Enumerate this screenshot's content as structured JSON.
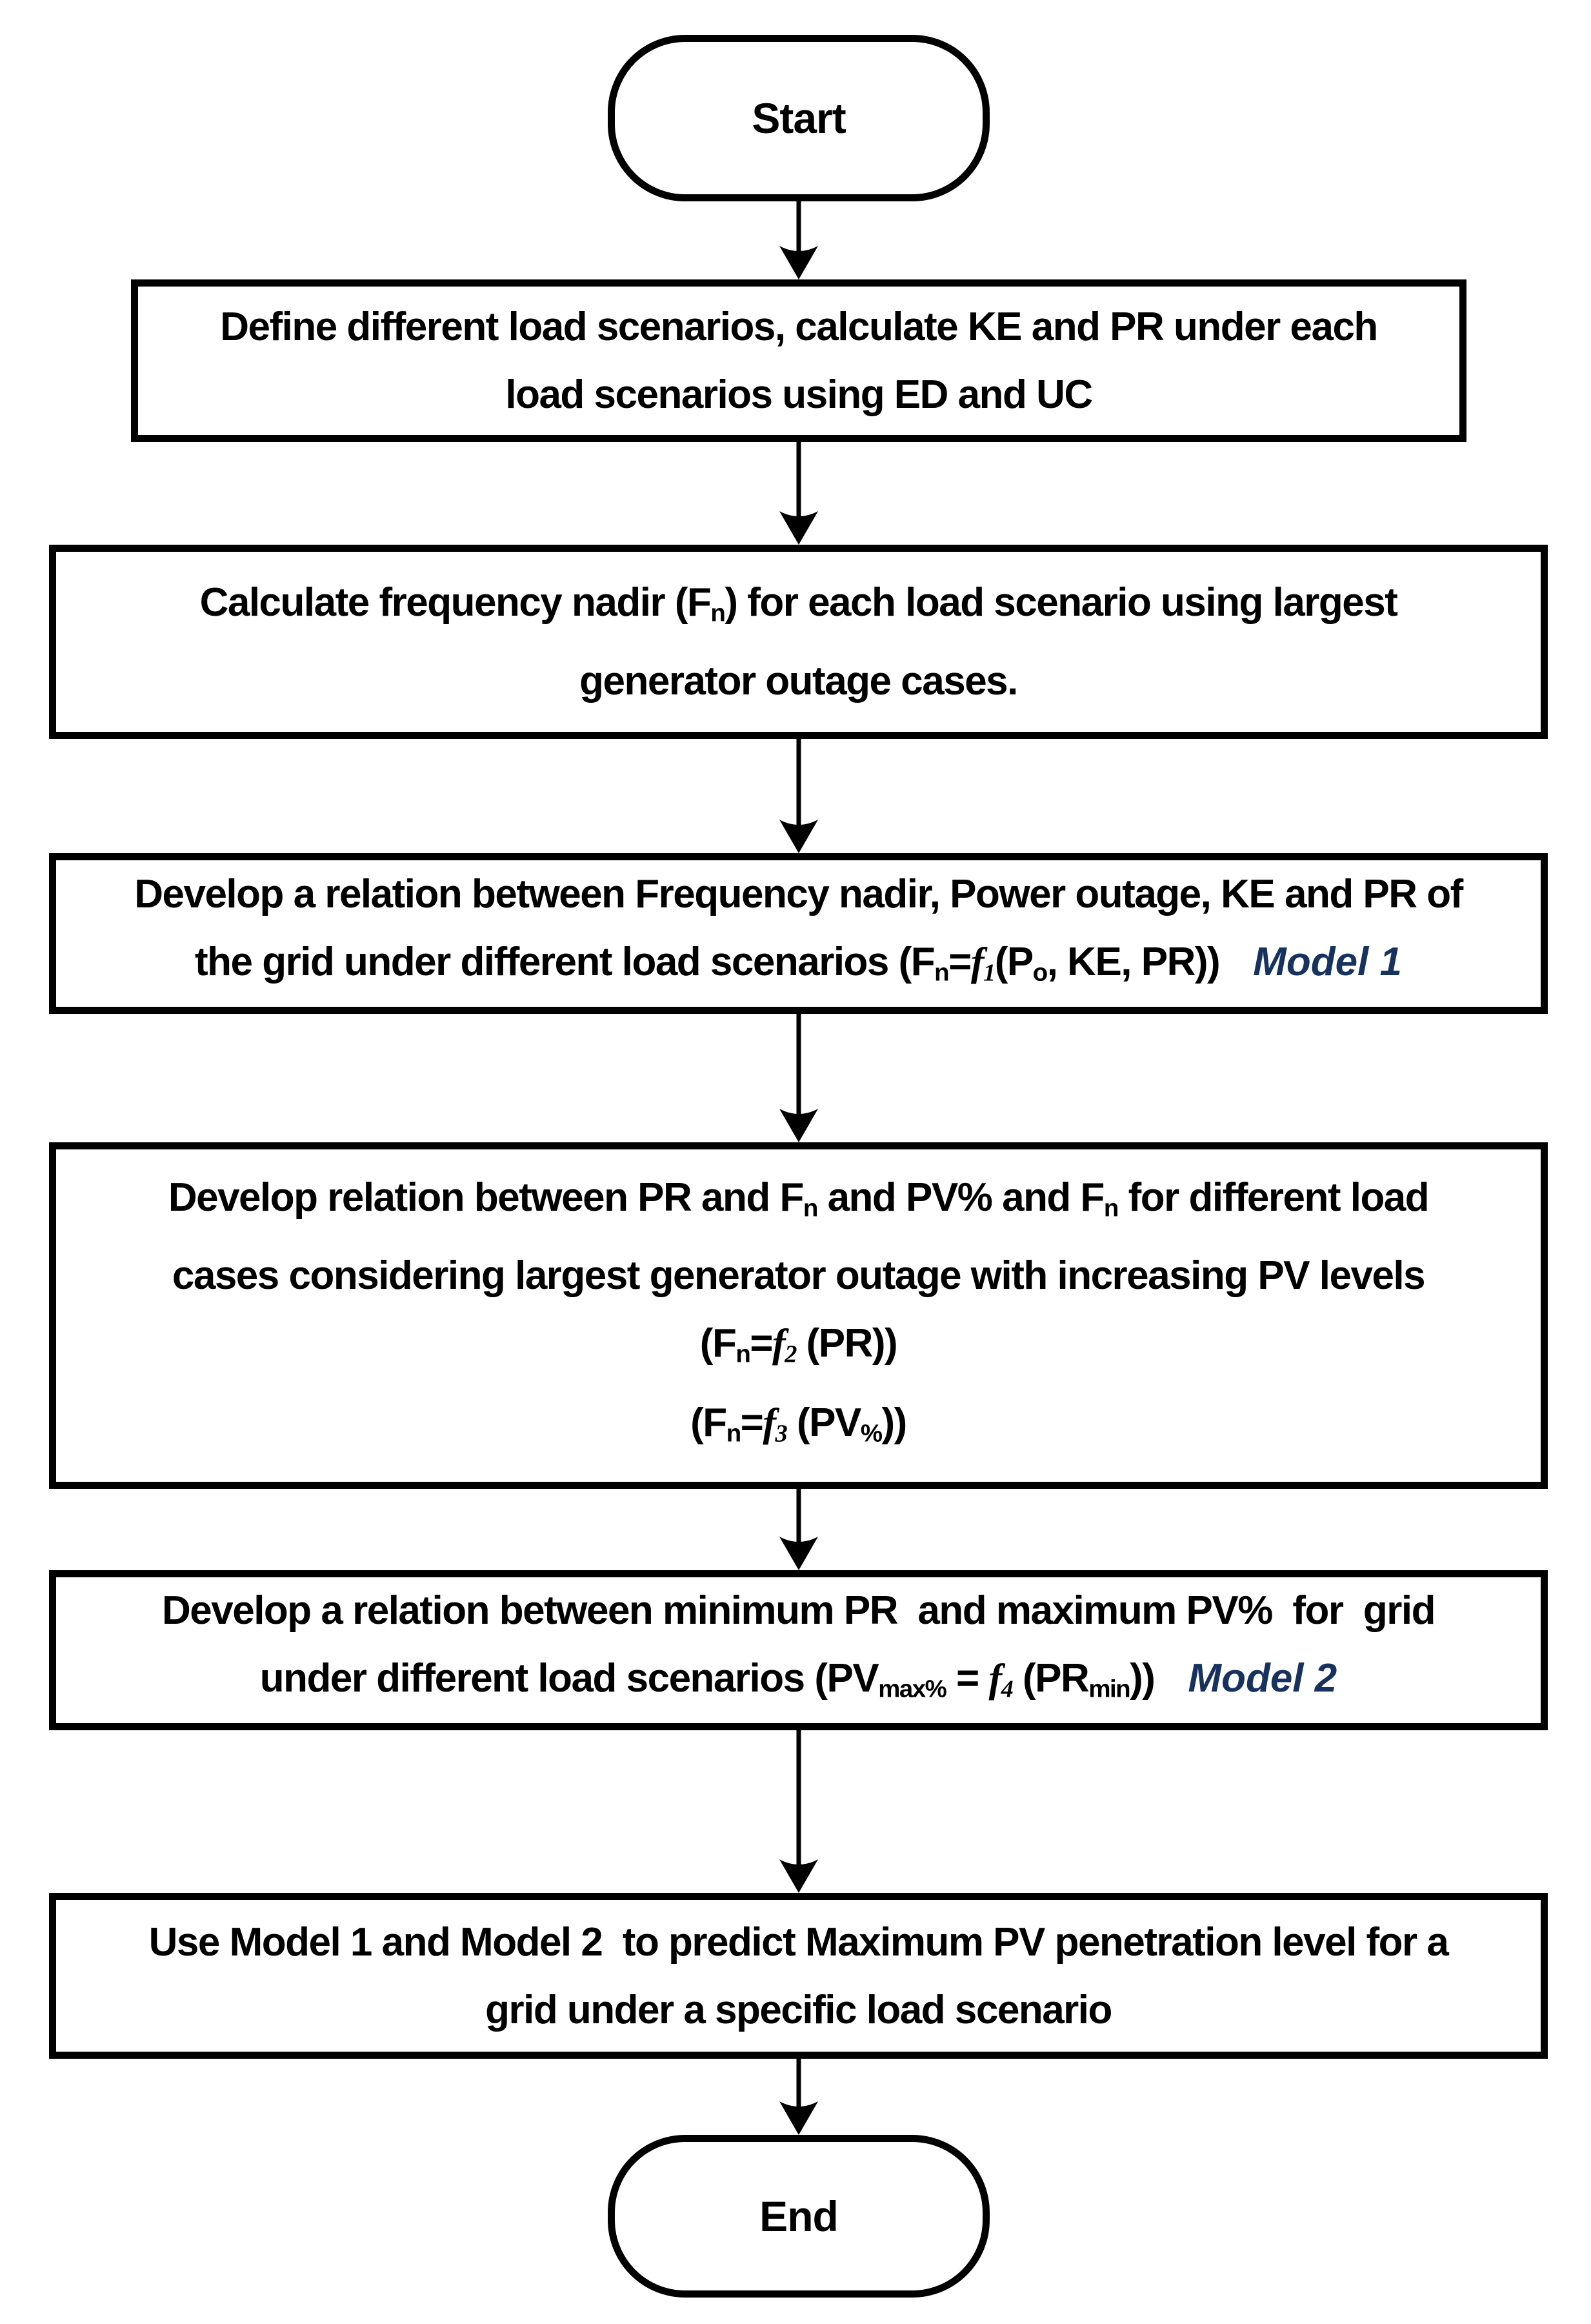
{
  "colors": {
    "ink": "#000000",
    "model_label": "#17325f",
    "background": "#ffffff"
  },
  "flowchart": {
    "start": {
      "label": "Start"
    },
    "step1": {
      "lines": [
        [
          {
            "t": "Define different load scenarios, calculate KE and PR under each"
          }
        ],
        [
          {
            "t": "load scenarios using ED and UC"
          }
        ]
      ]
    },
    "step2": {
      "lines": [
        [
          {
            "t": "Calculate frequency nadir (F"
          },
          {
            "t": "n",
            "s": "sub"
          },
          {
            "t": ") for each load scenario using largest"
          }
        ],
        [
          {
            "t": "generator outage cases."
          }
        ]
      ]
    },
    "step3": {
      "lines": [
        [
          {
            "t": "Develop a relation between Frequency nadir, Power outage, KE and PR of"
          }
        ],
        [
          {
            "t": "the grid under different load scenarios (F"
          },
          {
            "t": "n",
            "s": "sub"
          },
          {
            "t": "="
          },
          {
            "t": "f",
            "s": "f"
          },
          {
            "t": "1",
            "s": "fsub"
          },
          {
            "t": "(P"
          },
          {
            "t": "o",
            "s": "sub"
          },
          {
            "t": ", KE, PR))"
          },
          {
            "t": "Model 1",
            "s": "model"
          }
        ]
      ]
    },
    "step4": {
      "lines": [
        [
          {
            "t": "Develop relation between PR and F"
          },
          {
            "t": "n",
            "s": "sub"
          },
          {
            "t": " and PV% and F"
          },
          {
            "t": "n",
            "s": "sub"
          },
          {
            "t": " for different load"
          }
        ],
        [
          {
            "t": "cases considering largest generator outage with increasing PV levels"
          }
        ],
        [
          {
            "t": "(F"
          },
          {
            "t": "n",
            "s": "sub"
          },
          {
            "t": "="
          },
          {
            "t": "f",
            "s": "f"
          },
          {
            "t": "2",
            "s": "fsub"
          },
          {
            "t": " (PR))"
          }
        ],
        [
          {
            "t": "(F"
          },
          {
            "t": "n",
            "s": "sub"
          },
          {
            "t": "="
          },
          {
            "t": "f",
            "s": "f"
          },
          {
            "t": "3",
            "s": "fsub"
          },
          {
            "t": " (PV"
          },
          {
            "t": "%",
            "s": "sub"
          },
          {
            "t": "))"
          }
        ]
      ]
    },
    "step5": {
      "lines": [
        [
          {
            "t": "Develop a relation between minimum PR  and maximum PV%  for  grid"
          }
        ],
        [
          {
            "t": "under different load scenarios (PV"
          },
          {
            "t": "max%",
            "s": "sub"
          },
          {
            "t": " = "
          },
          {
            "t": "f",
            "s": "f"
          },
          {
            "t": "4",
            "s": "fsub"
          },
          {
            "t": " (PR"
          },
          {
            "t": "min",
            "s": "sub"
          },
          {
            "t": "))"
          },
          {
            "t": "Model 2",
            "s": "model"
          }
        ]
      ]
    },
    "step6": {
      "lines": [
        [
          {
            "t": "Use Model 1 and Model 2  to predict Maximum PV penetration level for a"
          }
        ],
        [
          {
            "t": "grid under a specific load scenario"
          }
        ]
      ]
    },
    "end": {
      "label": "End"
    }
  }
}
